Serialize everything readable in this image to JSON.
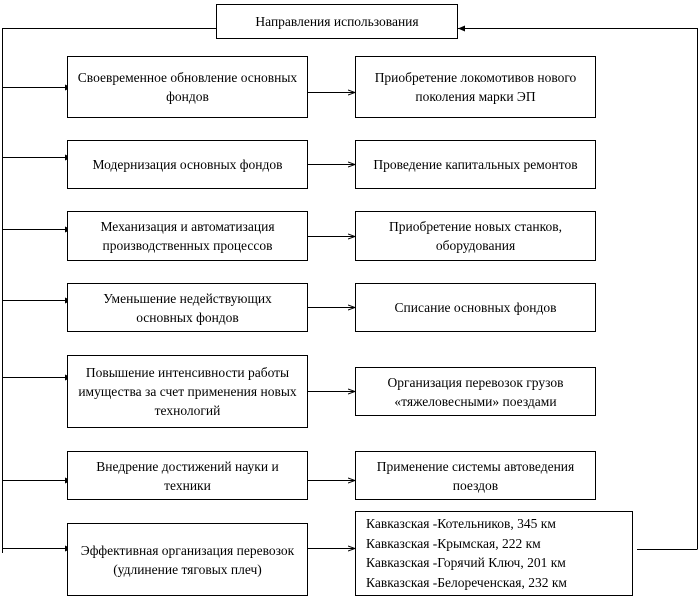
{
  "title": "Направления использования",
  "rows": [
    {
      "left": "Своевременное обновление основных фондов",
      "right": "Приобретение локомотивов нового поколения марки ЭП"
    },
    {
      "left": "Модернизация основных фондов",
      "right": "Проведение капитальных ремонтов"
    },
    {
      "left": "Механизация и автоматизация производственных процессов",
      "right": "Приобретение новых станков, оборудования"
    },
    {
      "left": "Уменьшение недействующих основных фондов",
      "right": "Списание основных фондов"
    },
    {
      "left": "Повышение интенсивности работы имущества за счет применения новых технологий",
      "right": "Организация перевозок грузов «тяжеловесными» поездами"
    },
    {
      "left": "Внедрение достижений науки и техники",
      "right": "Применение системы автоведения поездов"
    },
    {
      "left": "Эффективная организация перевозок (удлинение тяговых плеч)"
    }
  ],
  "routes": [
    "Кавказская -Котельников, 345 км",
    "Кавказская -Крымская, 222 км",
    "Кавказская -Горячий Ключ, 201 км",
    "Кавказская -Белореченская, 232 км"
  ]
}
